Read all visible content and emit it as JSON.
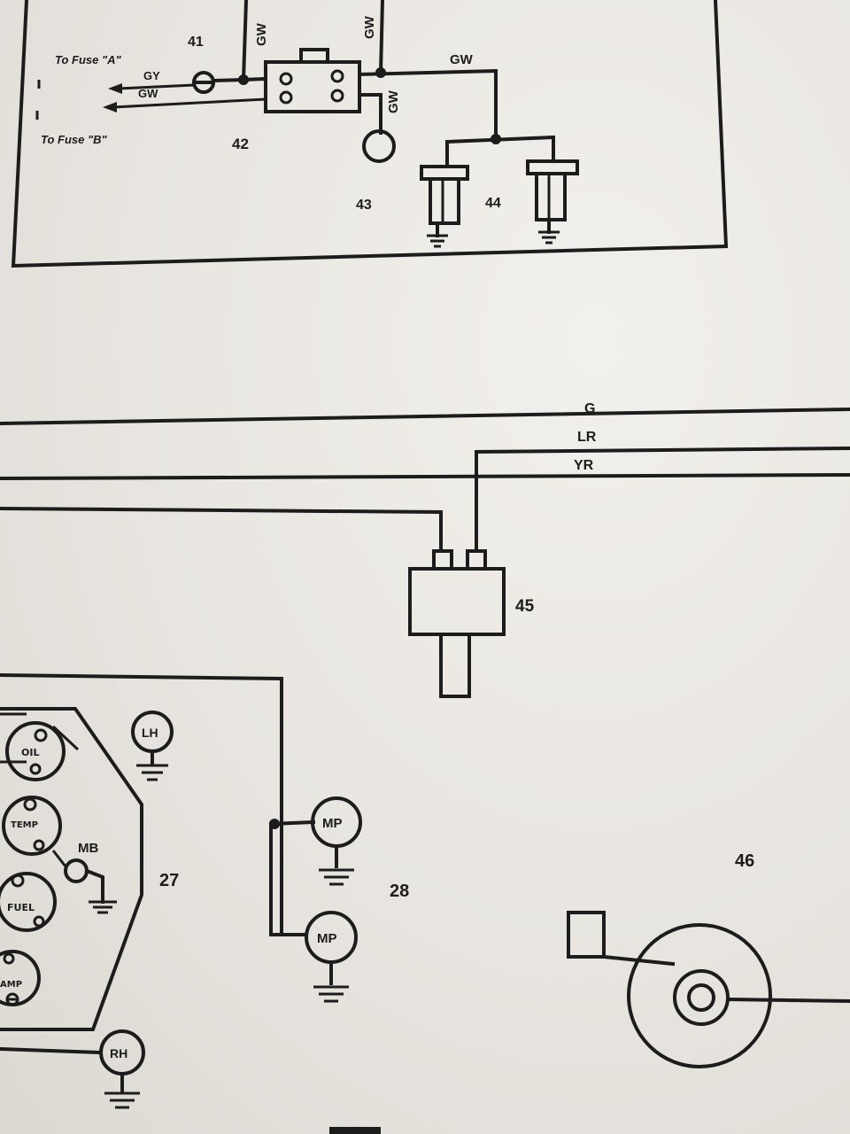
{
  "labels": {
    "fuse_a": "To Fuse \"A\"",
    "fuse_b": "To Fuse \"B\"",
    "wire_gy": "GY",
    "wire_gw_left": "GW",
    "wire_gw_top1": "GW",
    "wire_gw_top2": "GW",
    "wire_gw_right": "GW",
    "wire_gw_vert": "GW",
    "wire_g": "G",
    "wire_lr": "LR",
    "wire_yr": "YR",
    "n41": "41",
    "n42": "42",
    "n43": "43",
    "n44": "44",
    "n45": "45",
    "n46": "46",
    "n27": "27",
    "n28": "28",
    "mb": "MB",
    "mp1": "MP",
    "mp2": "MP",
    "lh": "LH",
    "rh": "RH",
    "oil": "OIL",
    "temp": "TEMP",
    "fuel": "FUEL",
    "amp": "AMP"
  }
}
